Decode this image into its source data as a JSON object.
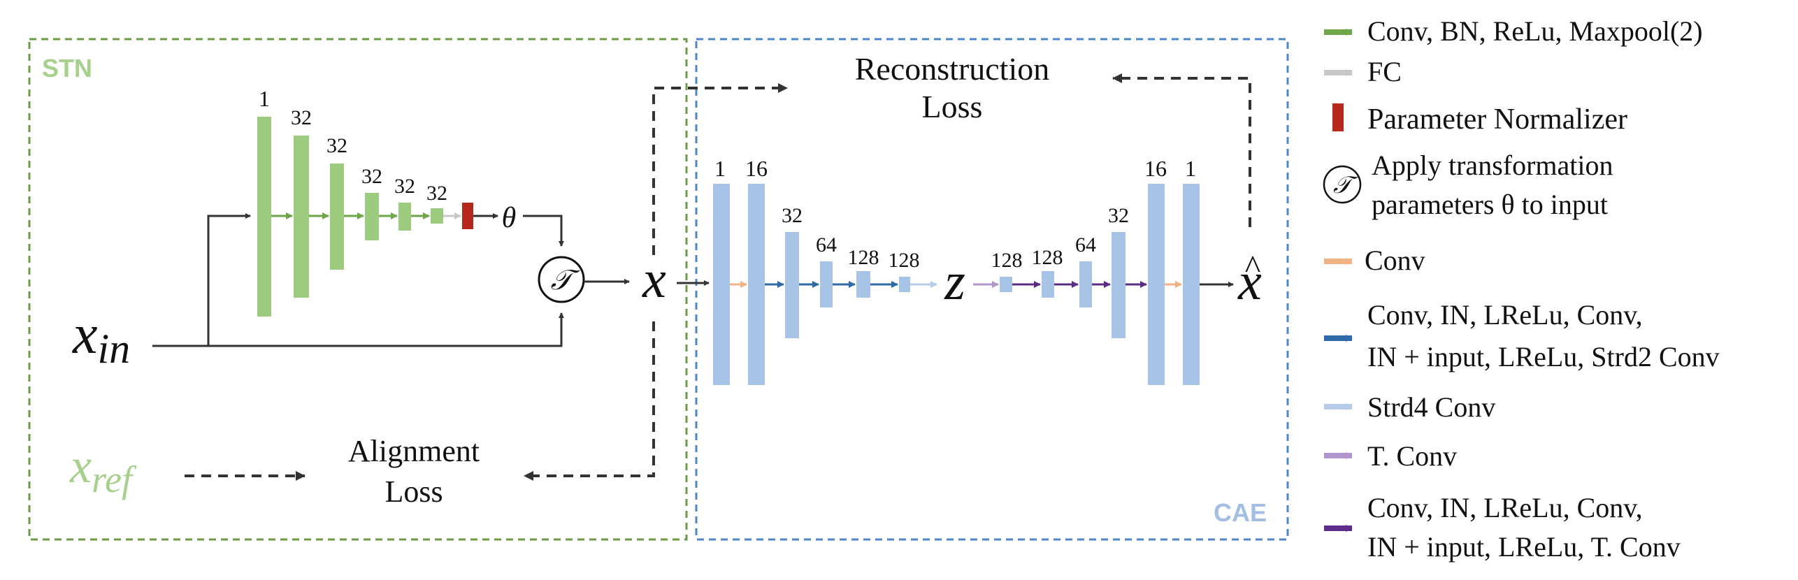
{
  "colors": {
    "stn_green": "#9ccb7f",
    "stn_green_text": "#a8d08d",
    "stn_frame": "#6c9a45",
    "cae_blue": "#a7c3e6",
    "cae_blue_text": "#a3bde3",
    "cae_frame": "#4f86c5",
    "normalizer_red": "#b7281c",
    "arrow_green": "#6ea649",
    "arrow_gray": "#c8c8c8",
    "arrow_orange": "#f0b183",
    "arrow_blue": "#2f6aa8",
    "arrow_lightblue": "#b6cbe8",
    "arrow_lavender": "#b196cd",
    "arrow_purple": "#5b2d88"
  },
  "regions": {
    "stn_label": "STN",
    "cae_label": "CAE"
  },
  "stn": {
    "channels": [
      "1",
      "32",
      "32",
      "32",
      "32",
      "32"
    ],
    "theta": "θ",
    "input_var": "x",
    "input_sub": "in",
    "ref_var": "x",
    "ref_sub": "ref",
    "transform_symbol": "𝒯"
  },
  "cae": {
    "encoder_channels": [
      "1",
      "16",
      "32",
      "64",
      "128",
      "128"
    ],
    "decoder_channels": [
      "128",
      "128",
      "64",
      "32",
      "16",
      "1"
    ],
    "x_symbol": "x",
    "z_symbol": "z",
    "xhat_symbol": "x",
    "xhat_accent": "^"
  },
  "losses": {
    "reconstruction": [
      "Reconstruction",
      "Loss"
    ],
    "alignment": [
      "Alignment",
      "Loss"
    ]
  },
  "legend": {
    "green": "Conv, BN, ReLu, Maxpool(2)",
    "gray": "FC",
    "red": "Parameter Normalizer",
    "transform_lines": [
      "Apply transformation",
      "parameters θ to input"
    ],
    "orange": "Conv",
    "blue_lines": [
      "Conv, IN, LReLu, Conv,",
      "IN + input, LReLu, Strd2 Conv"
    ],
    "lightblue": "Strd4 Conv",
    "lavender": "T. Conv",
    "purple_lines": [
      "Conv, IN, LReLu, Conv,",
      "IN + input, LReLu, T. Conv"
    ]
  }
}
